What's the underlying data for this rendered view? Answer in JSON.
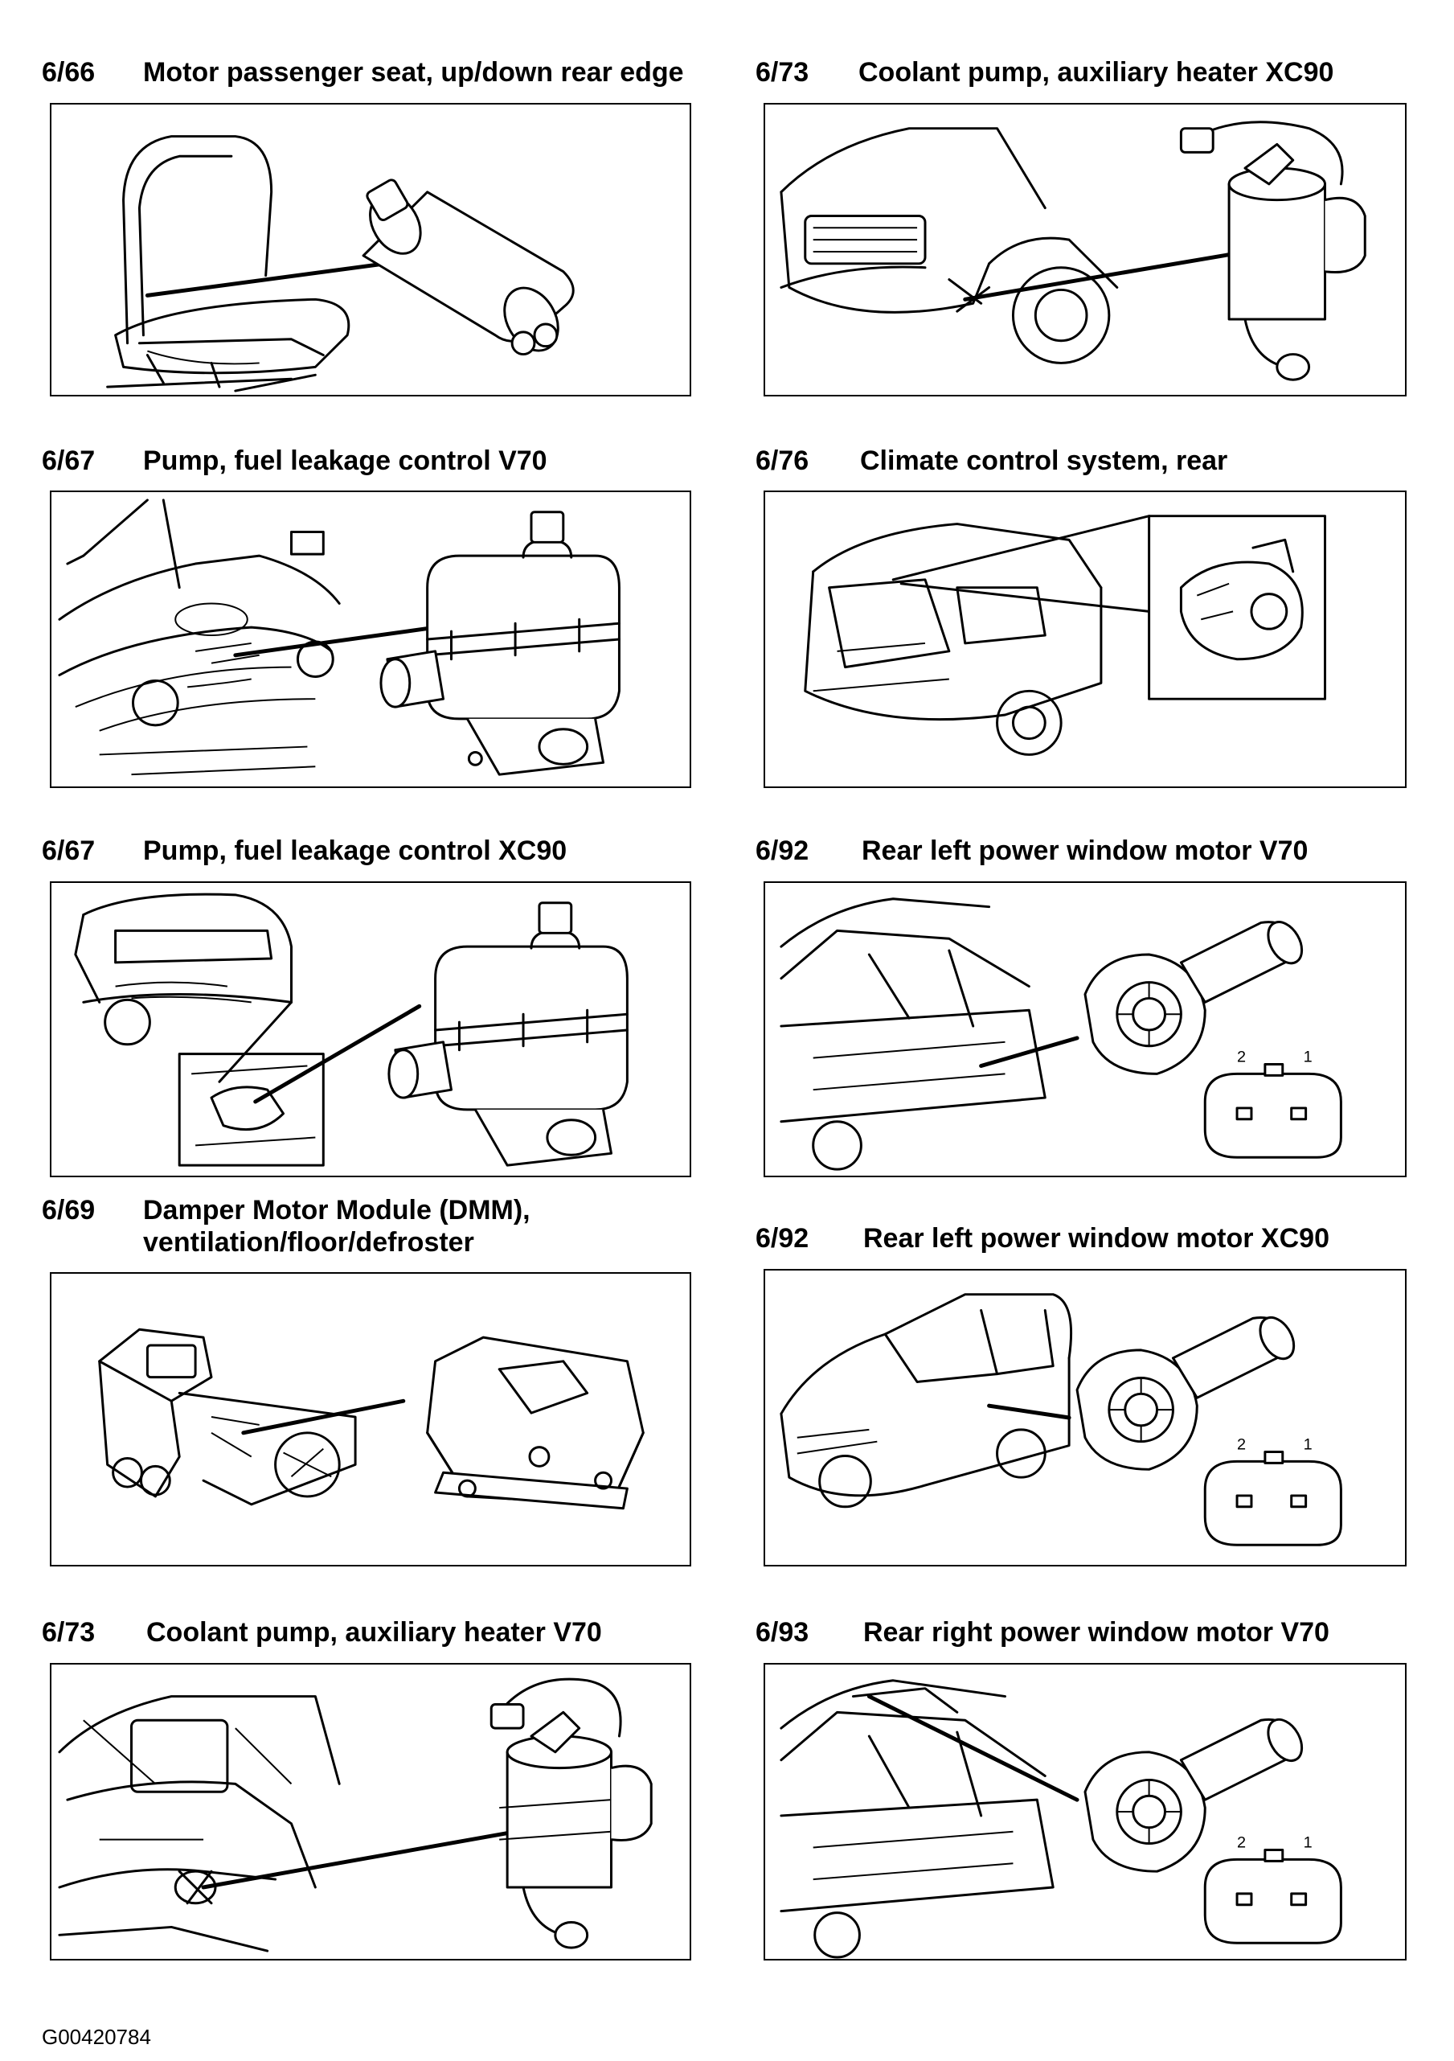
{
  "left": [
    {
      "num": "6/66",
      "title": "Motor passenger seat, up/down rear edge"
    },
    {
      "num": "6/67",
      "title": "Pump, fuel leakage control V70"
    },
    {
      "num": "6/67",
      "title": "Pump, fuel leakage control XC90"
    },
    {
      "num": "6/69",
      "title": "Damper Motor Module (DMM),",
      "title2": "ventilation/floor/defroster"
    },
    {
      "num": "6/73",
      "title": "Coolant pump, auxiliary heater V70"
    }
  ],
  "right": [
    {
      "num": "6/73",
      "title": "Coolant pump, auxiliary heater XC90"
    },
    {
      "num": "6/76",
      "title": "Climate control system, rear"
    },
    {
      "num": "6/92",
      "title": "Rear left power window motor V70",
      "pin_left": "2",
      "pin_right": "1"
    },
    {
      "num": "6/92",
      "title": "Rear left power window motor XC90",
      "pin_left": "2",
      "pin_right": "1"
    },
    {
      "num": "6/93",
      "title": "Rear right power window motor V70",
      "pin_left": "2",
      "pin_right": "1"
    }
  ],
  "footer_code": "G00420784"
}
